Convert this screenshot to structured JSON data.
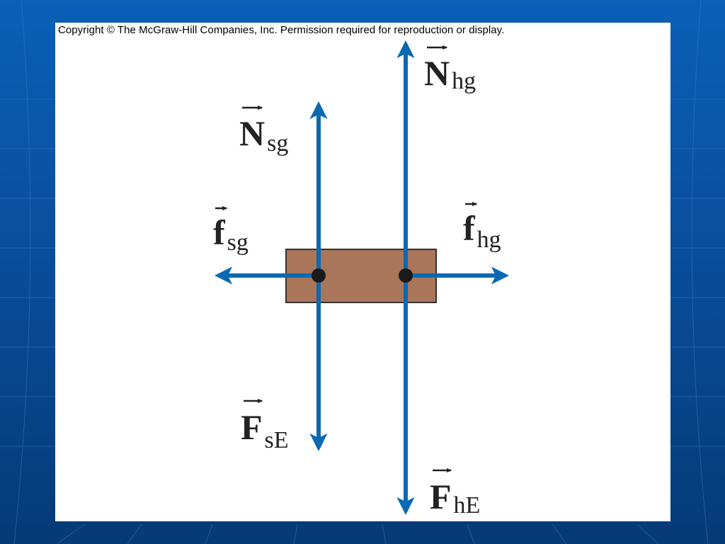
{
  "slide": {
    "background_color": "#0a4f9c",
    "panel_color": "#ffffff"
  },
  "copyright": "Copyright © The McGraw-Hill Companies, Inc. Permission required for reproduction or display.",
  "diagram": {
    "box_color": "#a9765a",
    "arrow_color": "#0a69b3",
    "point_color": "#1a1a1a",
    "vectors": {
      "N_hg": {
        "base": "N",
        "sub": "hg"
      },
      "N_sg": {
        "base": "N",
        "sub": "sg"
      },
      "f_sg": {
        "base": "f",
        "sub": "sg"
      },
      "f_hg": {
        "base": "f",
        "sub": "hg"
      },
      "F_sE": {
        "base": "F",
        "sub": "sE"
      },
      "F_hE": {
        "base": "F",
        "sub": "hE"
      }
    }
  }
}
